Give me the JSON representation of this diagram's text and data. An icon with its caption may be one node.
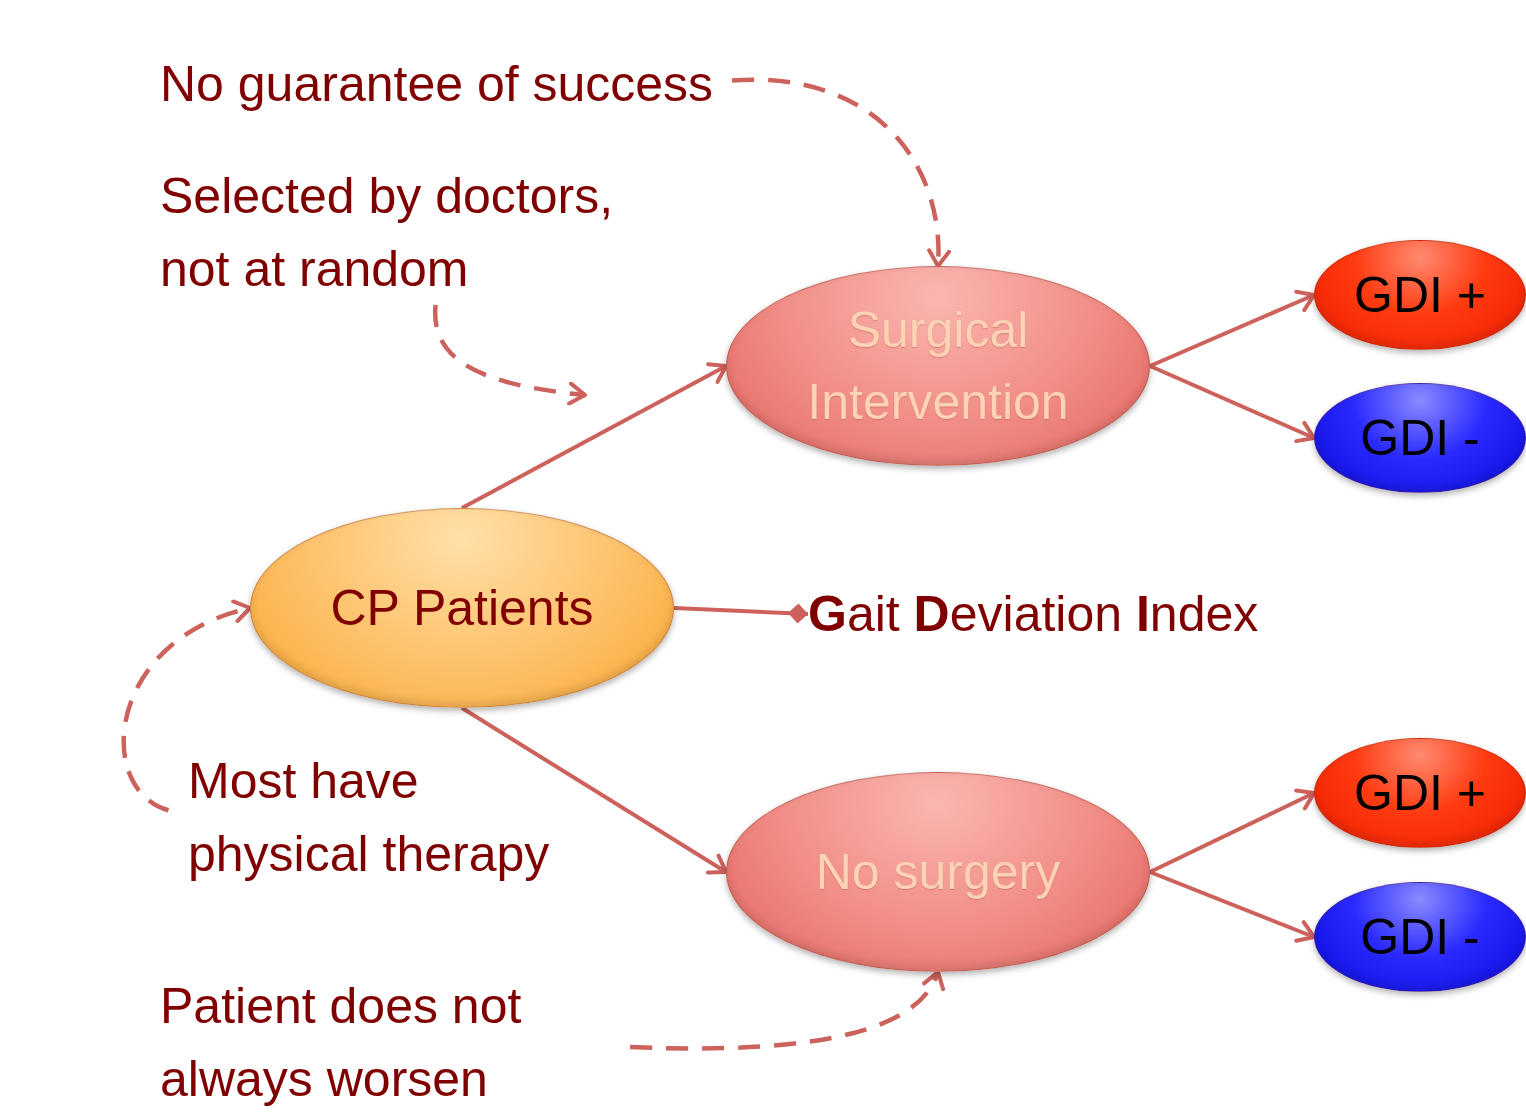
{
  "diagram": {
    "nodes": [
      {
        "text": [
          "No guarantee of success"
        ]
      },
      {
        "text": [
          "Selected by doctors, not at random"
        ]
      },
      {
        "text": [
          "CP Patients"
        ]
      },
      {
        "text": [
          "Surgical Intervention"
        ]
      },
      {
        "text": [
          "GDI +"
        ]
      },
      {
        "text": [
          "GDI -"
        ]
      },
      {
        "text": [
          "**G**ait **D**eviation **I**ndex"
        ]
      },
      {
        "text": [
          "Most have physical therapy"
        ]
      },
      {
        "text": [
          "No  surgery"
        ]
      },
      {
        "text": [
          "GDI +"
        ]
      },
      {
        "text": [
          "GDI -"
        ]
      },
      {
        "text": [
          "Patient does not always worsen"
        ]
      }
    ],
    "edges": [
      {
        "from": 0,
        "to": 3,
        "arrow": "to",
        "style": "dashed"
      },
      {
        "from": 1,
        "to": null,
        "arrow": "to",
        "style": "dashed"
      },
      {
        "from": 2,
        "to": 3,
        "arrow": "to"
      },
      {
        "from": 3,
        "to": 4,
        "arrow": "to"
      },
      {
        "from": 3,
        "to": 5,
        "arrow": "to"
      },
      {
        "from": 2,
        "to": 6,
        "arrow": "other"
      },
      {
        "from": 2,
        "to": 8,
        "arrow": "to"
      },
      {
        "from": 8,
        "to": 9,
        "arrow": "to"
      },
      {
        "from": 8,
        "to": 10,
        "arrow": "to"
      },
      {
        "from": 7,
        "to": 2,
        "arrow": "to",
        "style": "dashed"
      },
      {
        "from": 11,
        "to": 8,
        "arrow": "to",
        "style": "dashed"
      }
    ]
  }
}
